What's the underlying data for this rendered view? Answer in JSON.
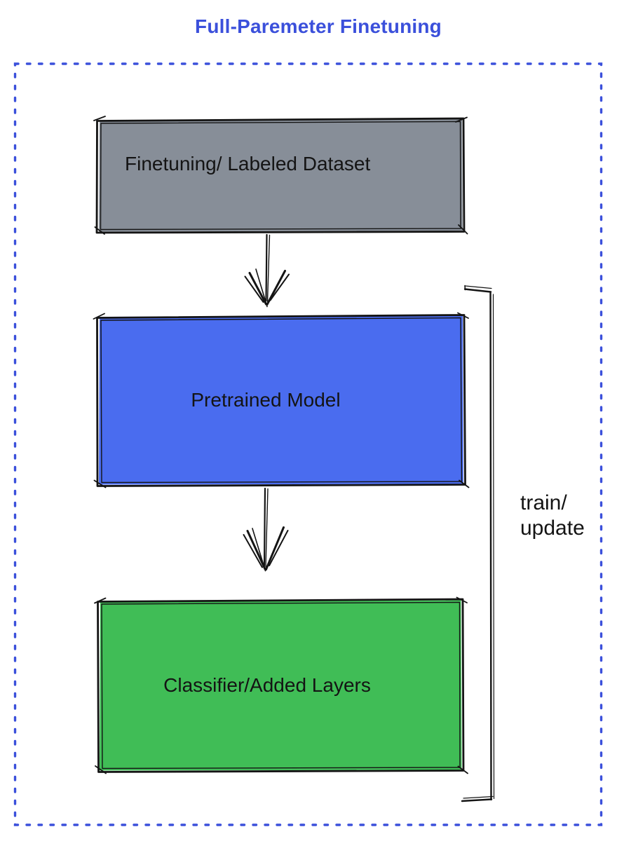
{
  "title": "Full-Paremeter Finetuning",
  "nodes": [
    {
      "id": "dataset",
      "label": "Finetuning/ Labeled Dataset",
      "fill": "#878E98"
    },
    {
      "id": "pretrained",
      "label": "Pretrained Model",
      "fill": "#4A6CEF"
    },
    {
      "id": "classifier",
      "label": "Classifier/Added Layers",
      "fill": "#40BD56"
    }
  ],
  "edges": [
    {
      "from": "Finetuning/ Labeled Dataset",
      "to": "Pretrained Model"
    },
    {
      "from": "Pretrained Model",
      "to": "Classifier/Added Layers"
    }
  ],
  "bracket": {
    "label_line1": "train/",
    "label_line2": "update",
    "spans": "Pretrained Model + Classifier/Added Layers"
  },
  "colors": {
    "accent_blue": "#3B50DB",
    "ink": "#141414"
  }
}
